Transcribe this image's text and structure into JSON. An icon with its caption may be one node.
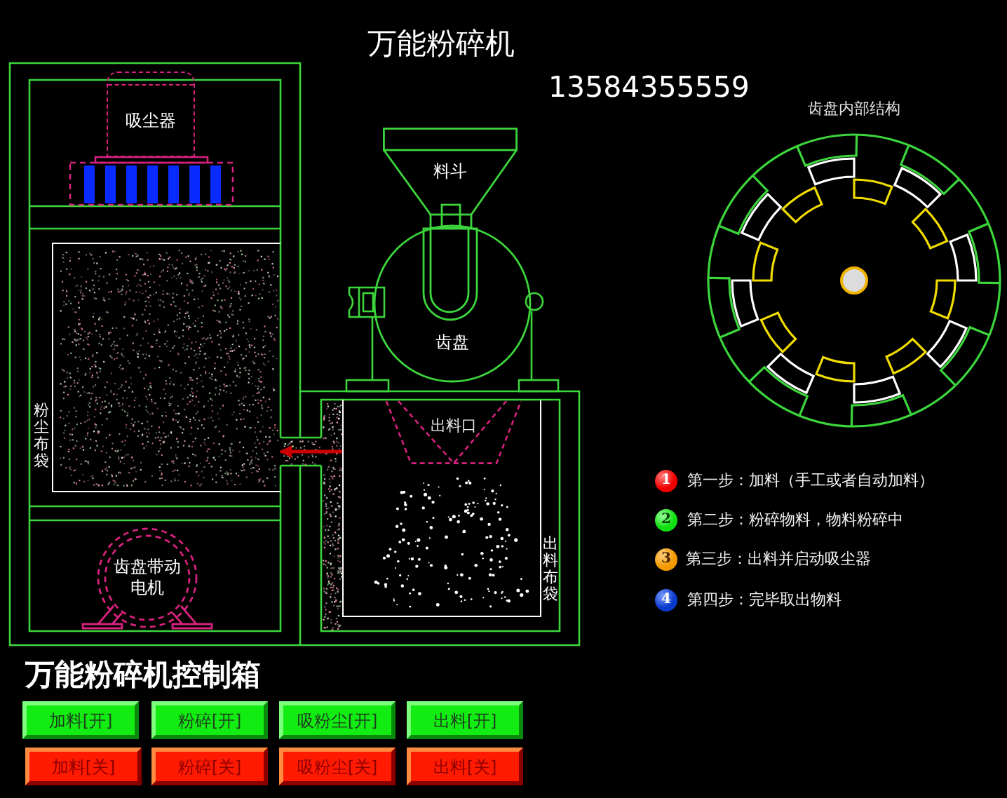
{
  "diagram": {
    "title": "万能粉碎机",
    "nodes": [
      {
        "text": [
          "吸尘器"
        ]
      },
      {
        "text": [
          "料斗"
        ]
      },
      {
        "text": [
          "齿盘内部结构"
        ]
      },
      {
        "text": [
          "齿盘"
        ]
      },
      {
        "text": [
          "粉尘布袋"
        ]
      },
      {
        "text": [
          "出料布袋"
        ]
      },
      {
        "text": [
          "出料口"
        ]
      },
      {
        "text": [
          "齿盘带动电机"
        ]
      },
      {
        "text": [
          "加料[开]"
        ]
      },
      {
        "text": [
          "粉碎[开]"
        ]
      },
      {
        "text": [
          "吸粉尘[开]"
        ]
      },
      {
        "text": [
          "出料[开]"
        ]
      },
      {
        "text": [
          "加料[关]"
        ]
      },
      {
        "text": [
          "粉碎[关]"
        ]
      },
      {
        "text": [
          "吸粉尘[关]"
        ]
      },
      {
        "text": [
          "出料[关]"
        ]
      }
    ],
    "edges": [
      {
        "from": 5,
        "to": 4,
        "arrow": "to",
        "color": "#cc0000"
      }
    ],
    "labels": [
      "13584355559",
      "1",
      "第一步：加料（手工或者自动加料）",
      "2",
      "第二步：粉碎物料，物料粉碎中",
      "3",
      "第三步：出料并启动吸尘器",
      "4",
      "第四步：完毕取出物料",
      "万能粉碎机控制箱"
    ]
  }
}
